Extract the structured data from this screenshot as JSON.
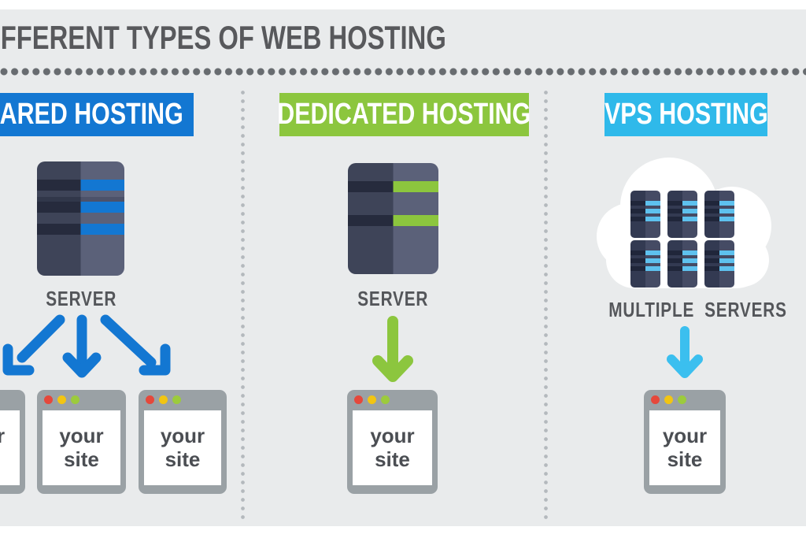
{
  "title": "DIFFERENT TYPES OF WEB HOSTING",
  "colors": {
    "canvas_background": "#e9ebec",
    "title_text": "#58595c",
    "shared_blue": "#1377d2",
    "dedicated_green": "#8cc63e",
    "vps_cyan": "#2fb9ea",
    "vps_arrow_cyan": "#3bbfef",
    "server_body_left": "#3e4458",
    "server_body_right": "#5b6179",
    "server_stripe_dark": "#262b3d",
    "mini_server_stripe_cyan": "#5ec1ee",
    "window_frame_gray": "#9aa1a5",
    "window_dot_red": "#e5483b",
    "window_dot_yellow": "#f2c512",
    "window_dot_green": "#9ccb3c",
    "caption_text": "#54565a"
  },
  "icons": {
    "server": "server-rack",
    "cloud": "cloud",
    "arrows": "arrow-down",
    "window_dots": [
      "red",
      "yellow",
      "green"
    ]
  },
  "columns": [
    {
      "header": "SHARED HOSTING",
      "icon_caption": "SERVER",
      "sites": [
        "your site",
        "your site",
        "your site"
      ]
    },
    {
      "header": "DEDICATED HOSTING",
      "icon_caption": "SERVER",
      "sites": [
        "your site"
      ]
    },
    {
      "header": "VPS HOSTING",
      "icon_caption": "MULTIPLE SERVERS",
      "sites": [
        "your site"
      ]
    }
  ]
}
